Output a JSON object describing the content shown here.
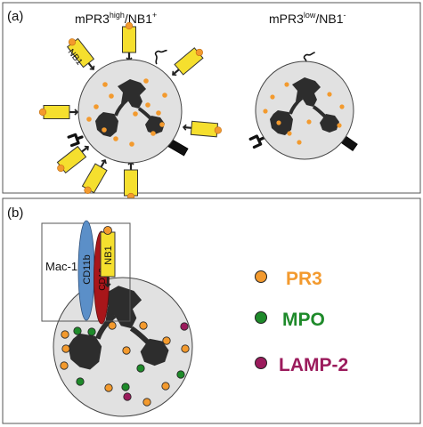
{
  "panel_a": {
    "label": "(a)",
    "left_title": {
      "main": "mPR3",
      "sup": "high",
      "tail": "/NB1",
      "tail_sup": "+"
    },
    "right_title": {
      "main": "mPR3",
      "sup": "low",
      "tail": "/NB1",
      "tail_sup": "-"
    },
    "receptor_label": "NB1"
  },
  "panel_b": {
    "label": "(b)",
    "inset_label": "Mac-1",
    "cd11b_label": "CD11b",
    "cd18_label": "CD18",
    "nb1_label": "NB1",
    "legend": [
      {
        "label": "PR3",
        "color": "#f39a2e",
        "text_color": "#f39a2e"
      },
      {
        "label": "MPO",
        "color": "#1e8a2a",
        "text_color": "#1e8a2a"
      },
      {
        "label": "LAMP-2",
        "color": "#9b1b5c",
        "text_color": "#9b1b5c"
      }
    ]
  },
  "colors": {
    "cell_fill": "#e1e1e1",
    "nucleus": "#2d2d2d",
    "granule_orange": "#f39a2e",
    "receptor_fill": "#f5df2e",
    "cd11b_fill": "#5b8fc8",
    "cd18_fill": "#a8161a"
  }
}
